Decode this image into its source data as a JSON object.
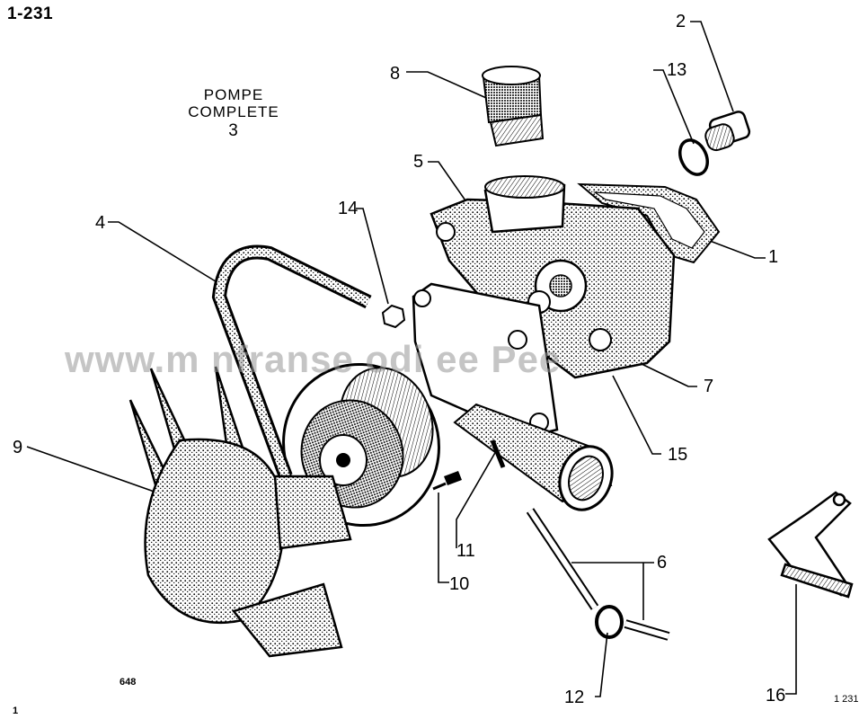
{
  "page_number": "1-231",
  "title": {
    "line1": "POMPE",
    "line2": "COMPLETE",
    "ref": "3"
  },
  "callouts": [
    "1",
    "2",
    "4",
    "5",
    "6",
    "7",
    "8",
    "9",
    "10",
    "11",
    "12",
    "13",
    "14",
    "15",
    "16"
  ],
  "watermark": "www.m  nfranse  odi  ee Pee",
  "codes": {
    "left": "648",
    "corner": "1",
    "right": "1 231"
  },
  "colors": {
    "ink": "#000000",
    "watermark": "#969696"
  }
}
